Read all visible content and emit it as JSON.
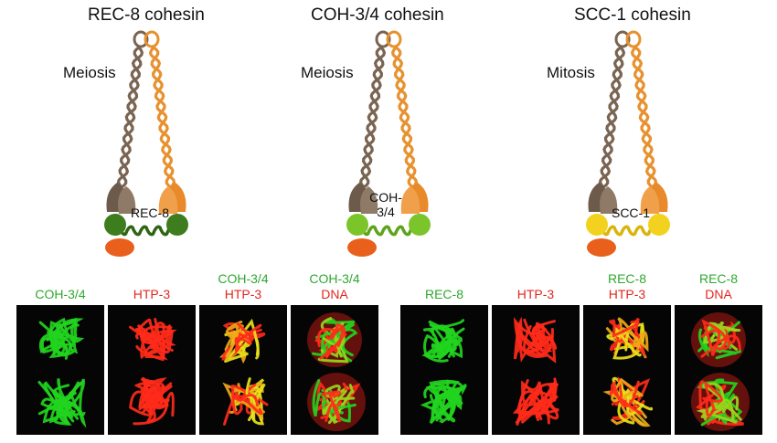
{
  "complexes": [
    {
      "title": "REC-8 cohesin",
      "process": "Meiosis",
      "kleisin": "REC-8",
      "kleisin_color": "#3d7d1e",
      "kleisin_dark": "#2f6512"
    },
    {
      "title": "COH-3/4 cohesin",
      "process": "Meiosis",
      "kleisin": "COH-3/4",
      "kleisin_color": "#7bc42a",
      "kleisin_dark": "#5ea31a"
    },
    {
      "title": "SCC-1 cohesin",
      "process": "Mitosis",
      "kleisin": "SCC-1",
      "kleisin_color": "#f3d21f",
      "kleisin_dark": "#d9b40c"
    }
  ],
  "micrograph_groups": [
    {
      "panels": [
        {
          "labels": [
            {
              "text": "COH-3/4",
              "color": "#2ea82e"
            }
          ],
          "stain": "green"
        },
        {
          "labels": [
            {
              "text": "HTP-3",
              "color": "#e3261f"
            }
          ],
          "stain": "red"
        },
        {
          "labels": [
            {
              "text": "COH-3/4",
              "color": "#2ea82e"
            },
            {
              "text": "HTP-3",
              "color": "#e3261f"
            }
          ],
          "stain": "merge"
        },
        {
          "labels": [
            {
              "text": "COH-3/4",
              "color": "#2ea82e"
            },
            {
              "text": "DNA",
              "color": "#e3261f"
            }
          ],
          "stain": "dna"
        }
      ]
    },
    {
      "panels": [
        {
          "labels": [
            {
              "text": "REC-8",
              "color": "#2ea82e"
            }
          ],
          "stain": "green"
        },
        {
          "labels": [
            {
              "text": "HTP-3",
              "color": "#e3261f"
            }
          ],
          "stain": "red"
        },
        {
          "labels": [
            {
              "text": "REC-8",
              "color": "#2ea82e"
            },
            {
              "text": "HTP-3",
              "color": "#e3261f"
            }
          ],
          "stain": "merge"
        },
        {
          "labels": [
            {
              "text": "REC-8",
              "color": "#2ea82e"
            },
            {
              "text": "DNA",
              "color": "#e3261f"
            }
          ],
          "stain": "dna"
        }
      ]
    }
  ],
  "colors": {
    "smc_left": "#7a6452",
    "smc_right": "#e8912f",
    "head_left": "#6e5a4a",
    "head_right": "#e8892a",
    "accessory": "#e8601c",
    "stain_green": "#22d41e",
    "stain_red": "#ff2a1a",
    "stain_yellow": "#e8e21a"
  }
}
